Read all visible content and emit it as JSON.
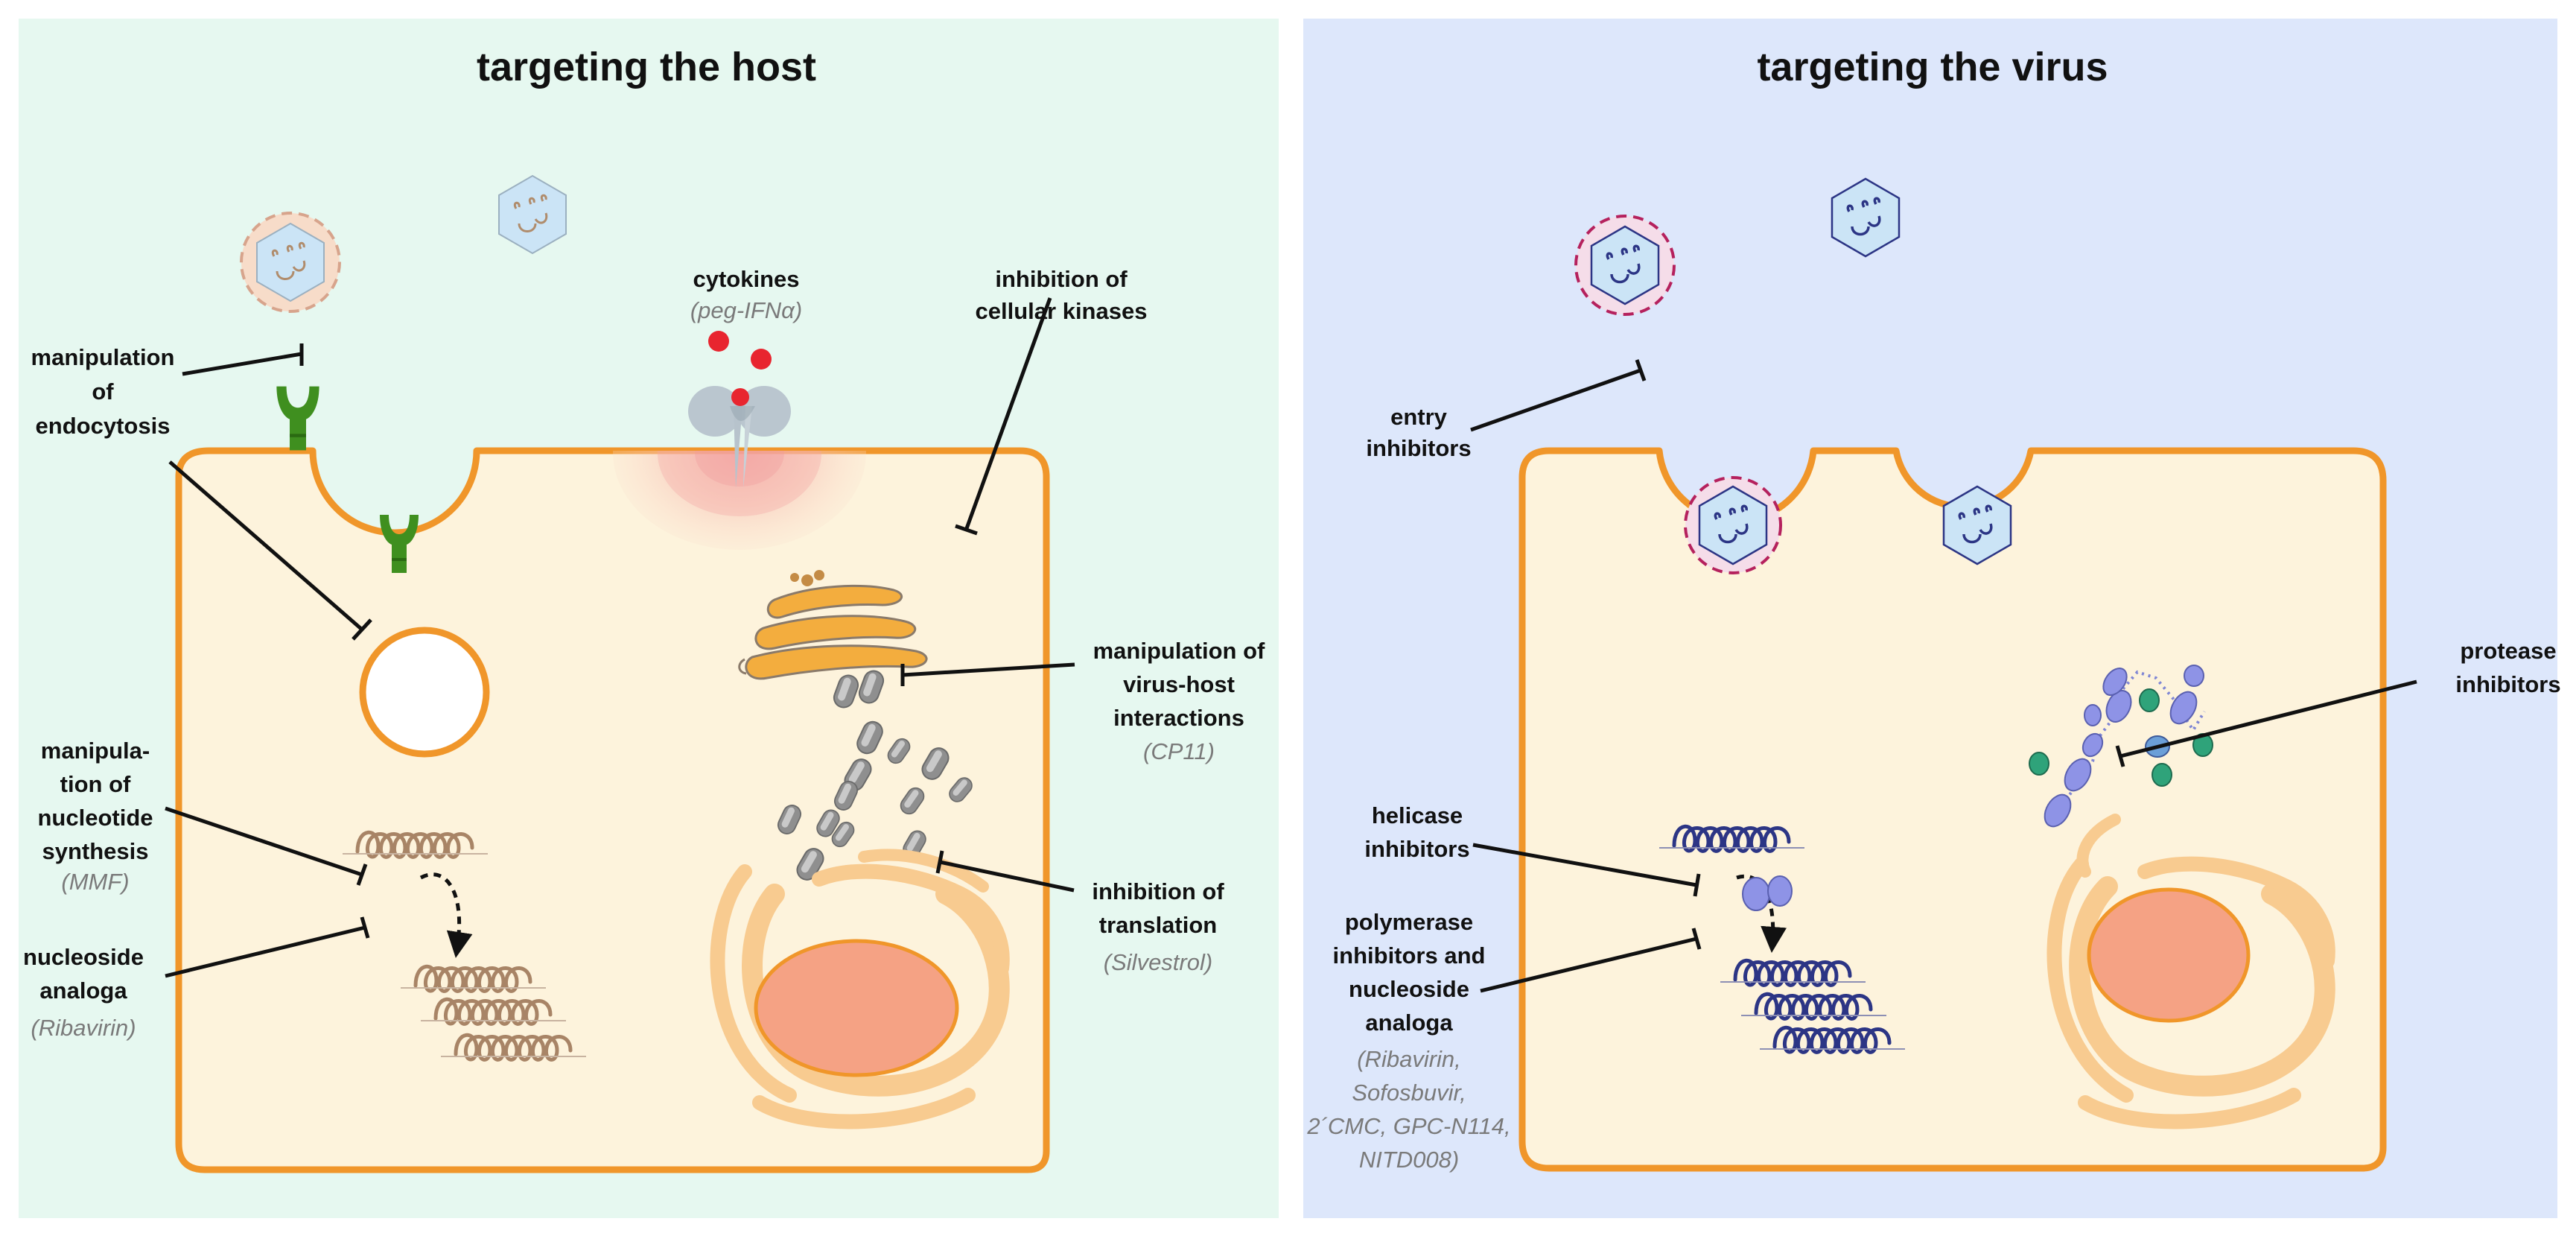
{
  "panels": {
    "host": {
      "title": "targeting the host",
      "background": "#e6f8f0"
    },
    "virus": {
      "title": "targeting the virus",
      "background": "#dde7fb"
    }
  },
  "colors": {
    "cell_fill": "#fdf3dc",
    "cell_border": "#f0962a",
    "receptor": "#3f8f1f",
    "cytokine": "#e8252f",
    "cytokine_receptor": "#b7c3cc",
    "host_rna": "#a88466",
    "virus_rna": "#2c3585",
    "nucleus": "#f5a284",
    "er": "#f8cb90",
    "golgi": "#f3ad3e",
    "ribosome": "#8f8f8f",
    "polyprotein": "#8e93e6",
    "protease_green": "#2fa37a",
    "virion_fill": "#cbe4f6",
    "envelope_host": "#d7a48c",
    "envelope_virus": "#b5215d"
  },
  "labels": {
    "cytokines": {
      "lines": [
        "cytokines"
      ],
      "drug": [
        "(peg-IFNα)"
      ]
    },
    "cellular_kinases": {
      "lines": [
        "inhibition of",
        "cellular kinases"
      ],
      "drug": []
    },
    "endocytosis": {
      "lines": [
        "manipulation",
        "of",
        "endocytosis"
      ],
      "drug": []
    },
    "virus_host": {
      "lines": [
        "manipulation of",
        "virus-host",
        "interactions"
      ],
      "drug": [
        "(CP11)"
      ]
    },
    "nucleotide": {
      "lines": [
        "manipula-",
        "tion of",
        "nucleotide",
        "synthesis"
      ],
      "drug": [
        "(MMF)"
      ]
    },
    "translation": {
      "lines": [
        "inhibition of",
        "translation"
      ],
      "drug": [
        "(Silvestrol)"
      ]
    },
    "nucleoside_host": {
      "lines": [
        "nucleoside",
        "analoga"
      ],
      "drug": [
        "(Ribavirin)"
      ]
    },
    "entry": {
      "lines": [
        "entry",
        "inhibitors"
      ],
      "drug": []
    },
    "protease": {
      "lines": [
        "protease",
        "inhibitors"
      ],
      "drug": []
    },
    "helicase": {
      "lines": [
        "helicase",
        "inhibitors"
      ],
      "drug": []
    },
    "polymerase": {
      "lines": [
        "polymerase",
        "inhibitors and",
        "nucleoside",
        "analoga"
      ],
      "drug": [
        "(Ribavirin,",
        "Sofosbuvir,",
        "2´CMC, GPC-N114,",
        "NITD008)"
      ]
    }
  }
}
